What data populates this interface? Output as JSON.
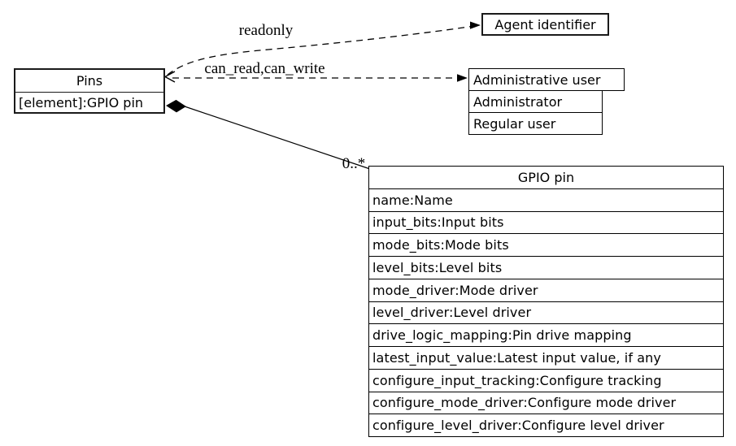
{
  "pins": {
    "title": "Pins",
    "attribute": "[element]:GPIO pin"
  },
  "agent": {
    "title": "Agent identifier"
  },
  "admin": {
    "title": "Administrative user",
    "variants": [
      "Administrator",
      "Regular user"
    ]
  },
  "gpio": {
    "title": "GPIO pin",
    "attributes": [
      "name:Name",
      "input_bits:Input bits",
      "mode_bits:Mode bits",
      "level_bits:Level bits",
      "mode_driver:Mode driver",
      "level_driver:Level driver",
      "drive_logic_mapping:Pin drive mapping",
      "latest_input_value:Latest input value, if any",
      "configure_input_tracking:Configure tracking",
      "configure_mode_driver:Configure mode driver",
      "configure_level_driver:Configure level driver"
    ]
  },
  "edges": {
    "readonly": "readonly",
    "can_access": "can_read,can_write",
    "multiplicity": "0..*"
  },
  "colors": {
    "stroke": "#000000",
    "background": "#ffffff"
  }
}
